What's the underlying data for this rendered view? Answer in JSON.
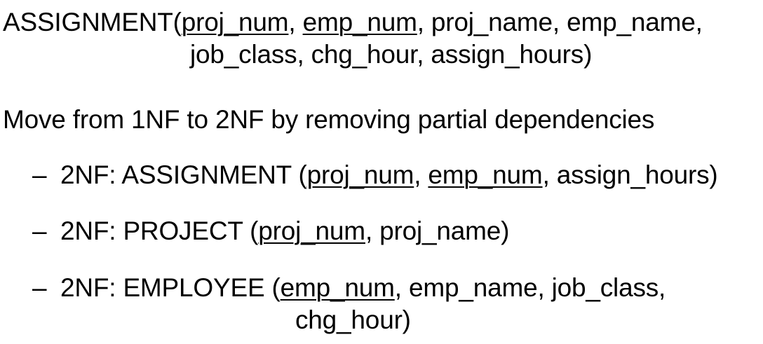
{
  "relation": {
    "name": "ASSIGNMENT",
    "open": "(",
    "key1": "proj_num",
    "sep1": ", ",
    "key2": "emp_num",
    "rest1": ", proj_name, emp_name,",
    "rest2": "job_class, chg_hour, assign_hours)"
  },
  "intro": "Move from 1NF to 2NF by removing partial dependencies",
  "bullets": [
    {
      "dash": "–",
      "prefix": "2NF: ASSIGNMENT (",
      "key1": "proj_num",
      "sep": ", ",
      "key2": "emp_num",
      "rest": ", assign_hours)"
    },
    {
      "dash": "–",
      "prefix": "2NF: PROJECT (",
      "key1": "proj_num",
      "rest": ", proj_name)"
    },
    {
      "dash": "–",
      "prefix": "2NF: EMPLOYEE (",
      "key1": "emp_num",
      "rest": ", emp_name, job_class,",
      "rest2": "chg_hour)"
    }
  ]
}
